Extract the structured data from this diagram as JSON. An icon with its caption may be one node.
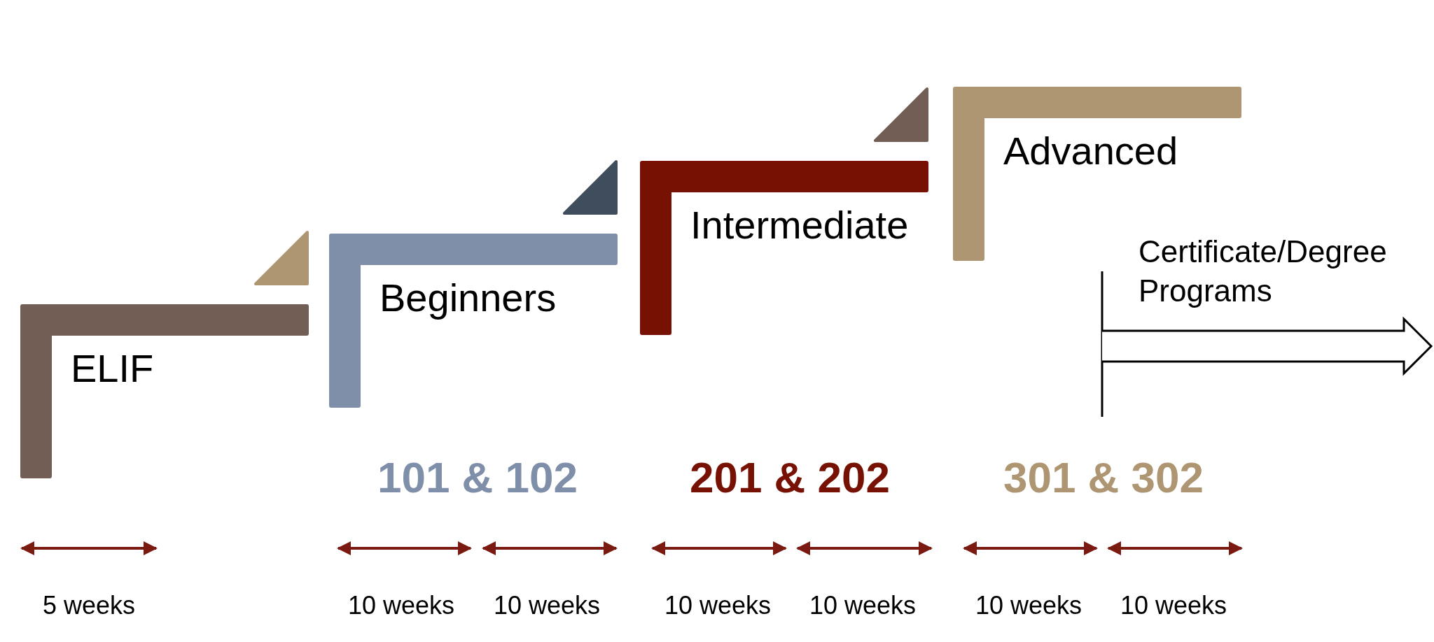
{
  "diagram": {
    "nodes": [
      {
        "text": [
          "ELIF"
        ]
      },
      {
        "text": [
          "Beginners"
        ]
      },
      {
        "text": [
          "Intermediate"
        ]
      },
      {
        "text": [
          "Advanced"
        ]
      }
    ],
    "labels": [
      "Certificate/Degree Programs",
      "101 & 102",
      "201 & 202",
      "301 & 302",
      "5 weeks",
      "10 weeks",
      "10 weeks",
      "10 weeks",
      "10 weeks",
      "10 weeks",
      "10 weeks"
    ]
  }
}
